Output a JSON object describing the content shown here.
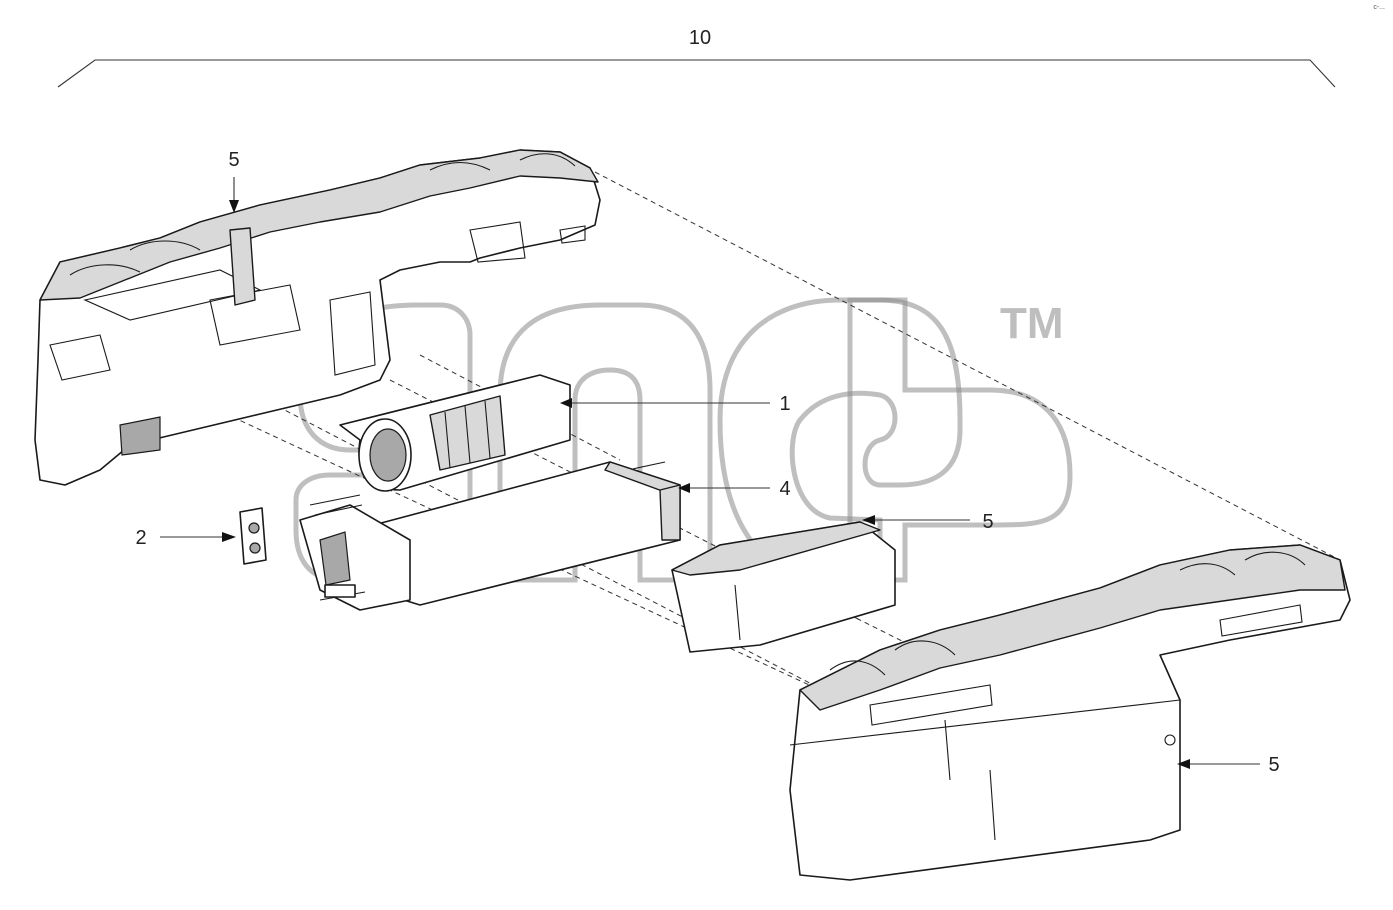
{
  "callouts": {
    "assembly": "10",
    "blower": "1",
    "valve": "2",
    "evaporator_core": "4",
    "housing_top": "5",
    "housing_middle": "5",
    "housing_bottom": "5"
  },
  "watermark": {
    "trademark": "TM"
  },
  "corner_mark": "c‑..."
}
